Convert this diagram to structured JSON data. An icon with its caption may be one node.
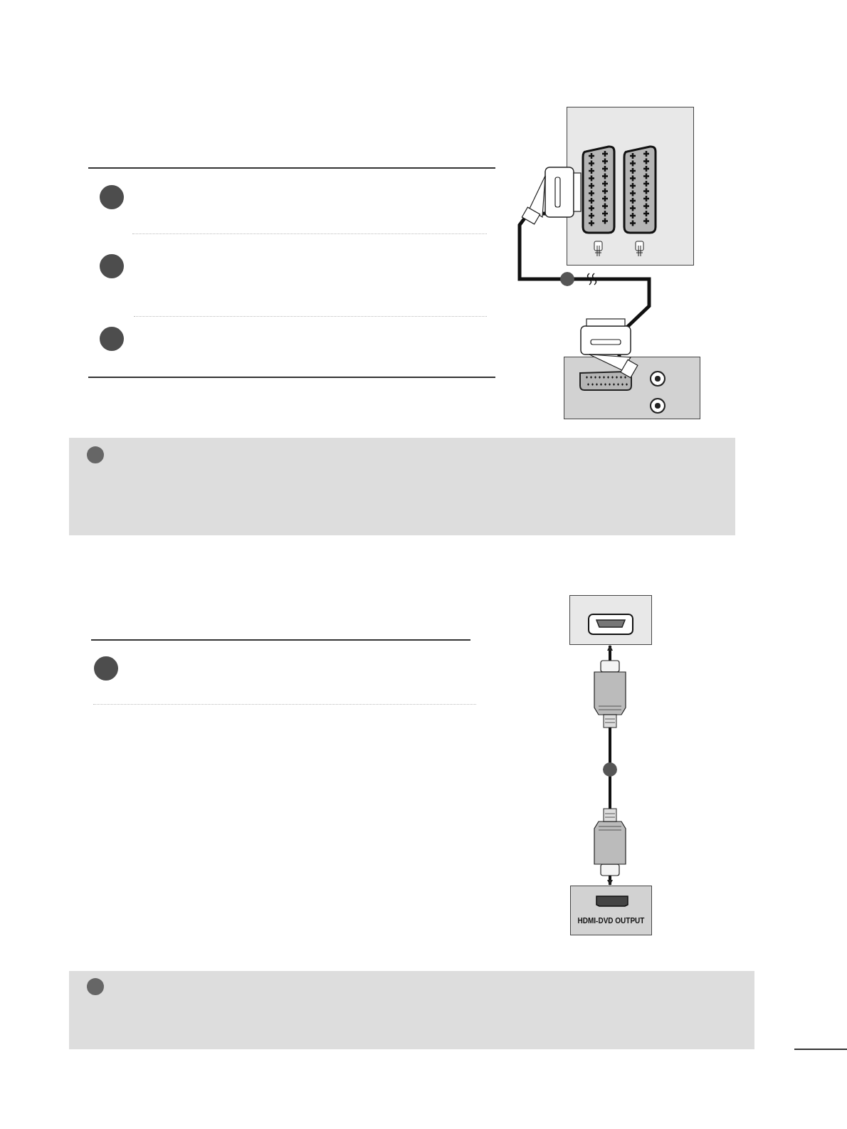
{
  "diagram": {
    "nodes": [
      {
        "text": [],
        "shape": "box"
      },
      {
        "text": [],
        "shape": "box"
      },
      {
        "text": [],
        "shape": "box"
      },
      {
        "text": [
          "HDMI-DVD OUTPUT"
        ]
      }
    ],
    "edges": [
      {
        "from": 0,
        "to": 1,
        "arrow": "none"
      },
      {
        "from": 2,
        "to": 3,
        "arrow": "both"
      }
    ]
  }
}
